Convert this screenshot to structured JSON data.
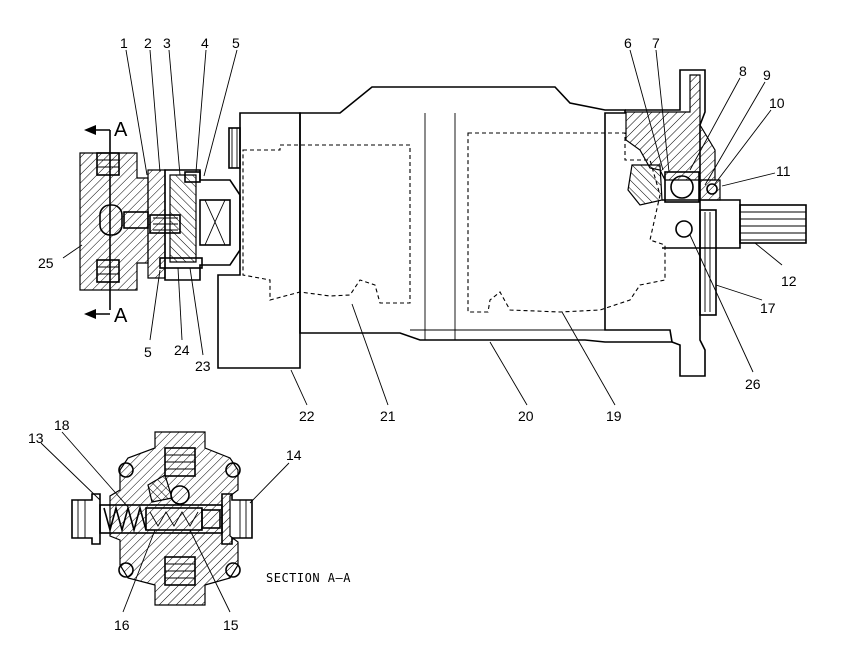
{
  "callouts": {
    "c1": "1",
    "c2": "2",
    "c3": "3",
    "c4": "4",
    "c5a": "5",
    "c5b": "5",
    "c6": "6",
    "c7": "7",
    "c8": "8",
    "c9": "9",
    "c10": "10",
    "c11": "11",
    "c12": "12",
    "c13": "13",
    "c14": "14",
    "c15": "15",
    "c16": "16",
    "c17": "17",
    "c18": "18",
    "c19": "19",
    "c20": "20",
    "c21": "21",
    "c22": "22",
    "c23": "23",
    "c24": "24",
    "c25": "25",
    "c26": "26"
  },
  "section_marks": {
    "top": "A",
    "bottom": "A"
  },
  "section_caption": "SECTION A—A"
}
